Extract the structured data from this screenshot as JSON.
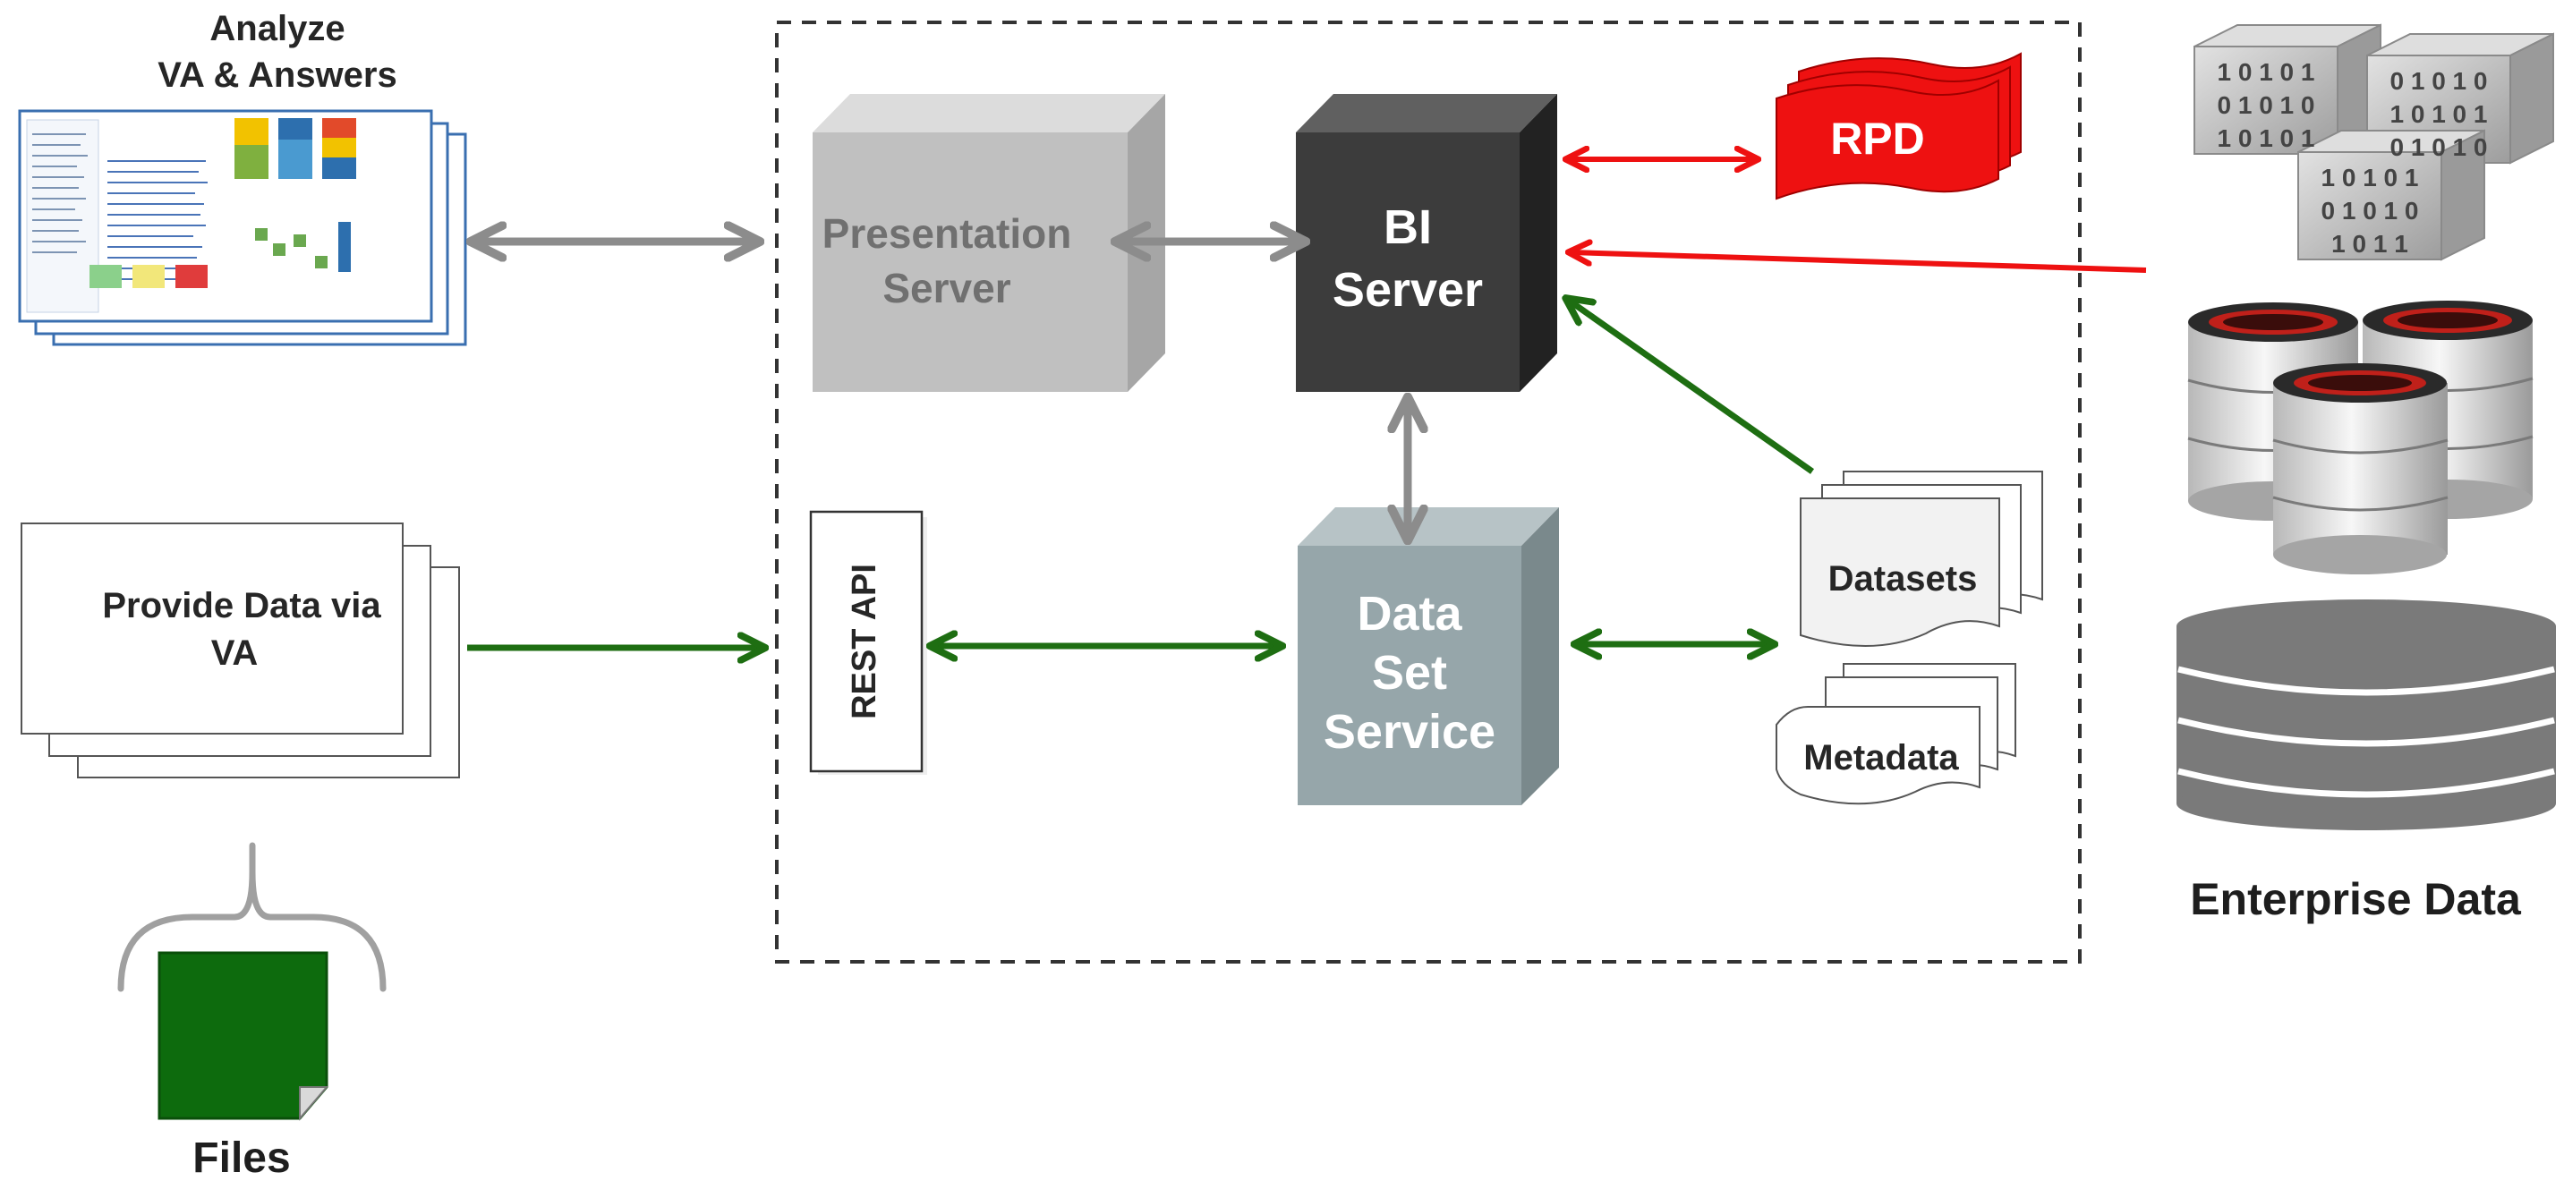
{
  "colors": {
    "gray_arrow": "#8c8c8c",
    "green_arrow": "#1e6e12",
    "red_arrow": "#ee1111",
    "bi_server": "#3c3c3c",
    "presentation_server": "#c0c0c0",
    "data_set_service": "#96a6aa",
    "files_green": "#0d6b0d",
    "rpd_red": "#ee1111"
  },
  "labels": {
    "analyze_line1": "Analyze",
    "analyze_line2": "VA & Answers",
    "provide_line1": "Provide Data via",
    "provide_line2": "VA",
    "files": "Files",
    "rest_api": "REST API",
    "presentation_line1": "Presentation",
    "presentation_line2": "Server",
    "bi_line1": "BI",
    "bi_line2": "Server",
    "dss_line1": "Data",
    "dss_line2": "Set",
    "dss_line3": "Service",
    "rpd": "RPD",
    "datasets": "Datasets",
    "metadata": "Metadata",
    "enterprise_data": "Enterprise Data"
  },
  "binary_cubes": {
    "top_left": [
      "1 0 1 0 1",
      "0 1 0 1 0",
      "1 0 1 0 1"
    ],
    "top_right": [
      "0 1 0 1 0",
      "1 0 1 0 1",
      "0 1 0 1 0"
    ],
    "bottom": [
      "1 0 1 0 1",
      "0 1 0 1 0",
      "1 0 1 1"
    ]
  },
  "icons": {
    "dashboard": "dashboard-screenshot-stack-icon",
    "files": "green-file-icon",
    "enterprise_top": "binary-cubes-icon",
    "enterprise_mid": "database-cylinders-icon",
    "enterprise_bottom": "disk-stack-icon"
  }
}
